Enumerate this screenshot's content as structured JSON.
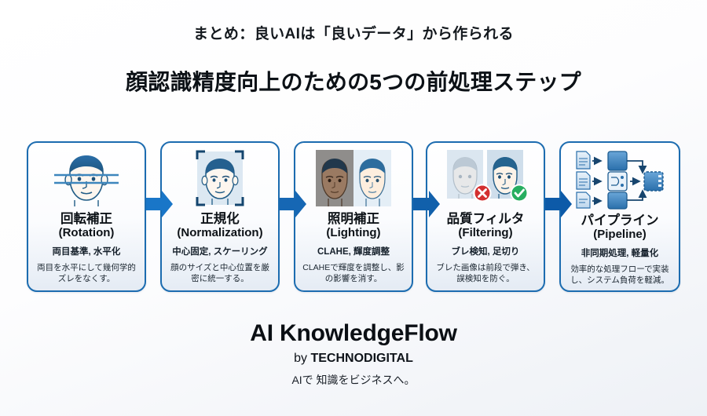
{
  "header": {
    "subtitle": "まとめ：良いAIは「良いデータ」から作られる",
    "title": "顔認識精度向上のための5つの前処理ステップ"
  },
  "colors": {
    "card_border": "#1c6cb0",
    "arrow_light": "#1976c8",
    "arrow_dark": "#0d5aa8",
    "badge_reject": "#d32f2f",
    "badge_accept": "#27ae60",
    "background": "#ffffff"
  },
  "flow": {
    "steps": [
      {
        "icon": "face-rotation-icon",
        "title_ja": "回転補正",
        "title_en": "(Rotation)",
        "keywords": "両目基準, 水平化",
        "description": "両目を水平にして幾何学的ズレをなくす。"
      },
      {
        "icon": "face-crop-frame-icon",
        "title_ja": "正規化",
        "title_en": "(Normalization)",
        "keywords": "中心固定, スケーリング",
        "description": "顔のサイズと中心位置を厳密に統一する。"
      },
      {
        "icon": "face-lighting-pair-icon",
        "title_ja": "照明補正",
        "title_en": "(Lighting)",
        "keywords": "CLAHE, 輝度調整",
        "description": "CLAHEで輝度を調整し、影の影響を消す。"
      },
      {
        "icon": "face-quality-filter-icon",
        "title_ja": "品質フィルタ",
        "title_en": "(Filtering)",
        "keywords": "ブレ検知, 足切り",
        "description": "ブレた画像は前段で弾き、誤検知を防ぐ。"
      },
      {
        "icon": "pipeline-flow-icon",
        "title_ja": "パイプライン",
        "title_en": "(Pipeline)",
        "keywords": "非同期処理, 軽量化",
        "description": "効率的な処理フローで実装し、システム負荷を軽減。"
      }
    ],
    "arrows": [
      {
        "name": "arrow-step1-to-step2"
      },
      {
        "name": "arrow-step2-to-step3"
      },
      {
        "name": "arrow-step3-to-step4"
      },
      {
        "name": "arrow-step4-to-step5"
      }
    ]
  },
  "footer": {
    "brand": "AI KnowledgeFlow",
    "by_prefix": "by ",
    "company": "TECHNODIGITAL",
    "tagline": "AIで 知識をビジネスへ。"
  }
}
